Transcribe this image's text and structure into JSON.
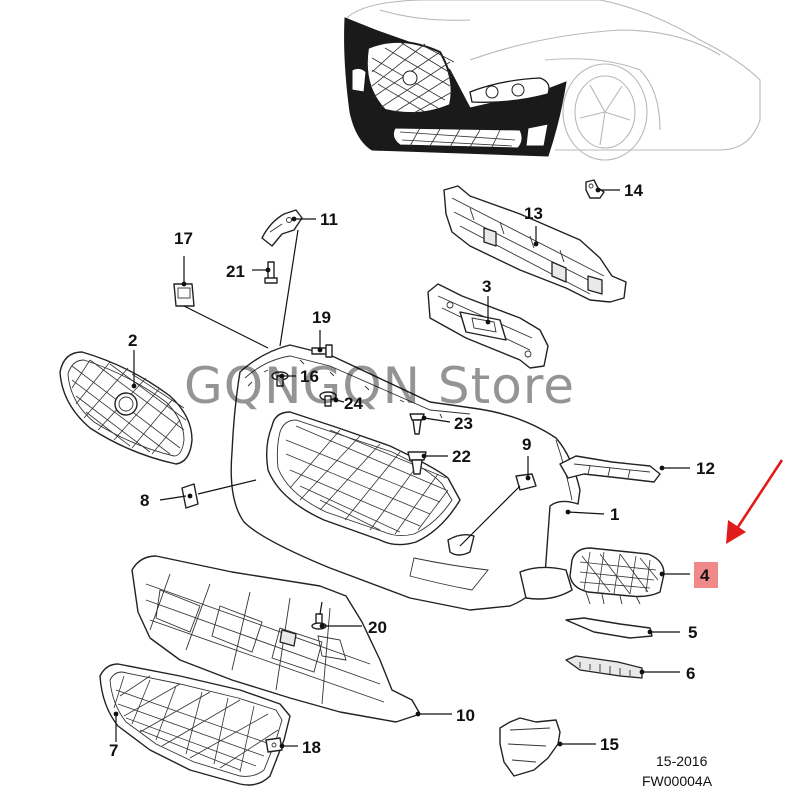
{
  "watermark": "GQNGQN Store",
  "footer": {
    "line1": "15-2016",
    "line2": "FW00004A"
  },
  "callouts": {
    "c1": "1",
    "c2": "2",
    "c3": "3",
    "c4": "4",
    "c5": "5",
    "c6": "6",
    "c7": "7",
    "c8": "8",
    "c9": "9",
    "c10": "10",
    "c11": "11",
    "c12": "12",
    "c13": "13",
    "c14": "14",
    "c15": "15",
    "c16": "16",
    "c17": "17",
    "c18": "18",
    "c19": "19",
    "c20": "20",
    "c21": "21",
    "c22": "22",
    "c23": "23",
    "c24": "24"
  },
  "highlighted_callout": "4",
  "colors": {
    "highlight": "#f08a8a",
    "arrow": "#e01b1b",
    "line": "#222222",
    "car_outline": "#b8b8b8"
  }
}
